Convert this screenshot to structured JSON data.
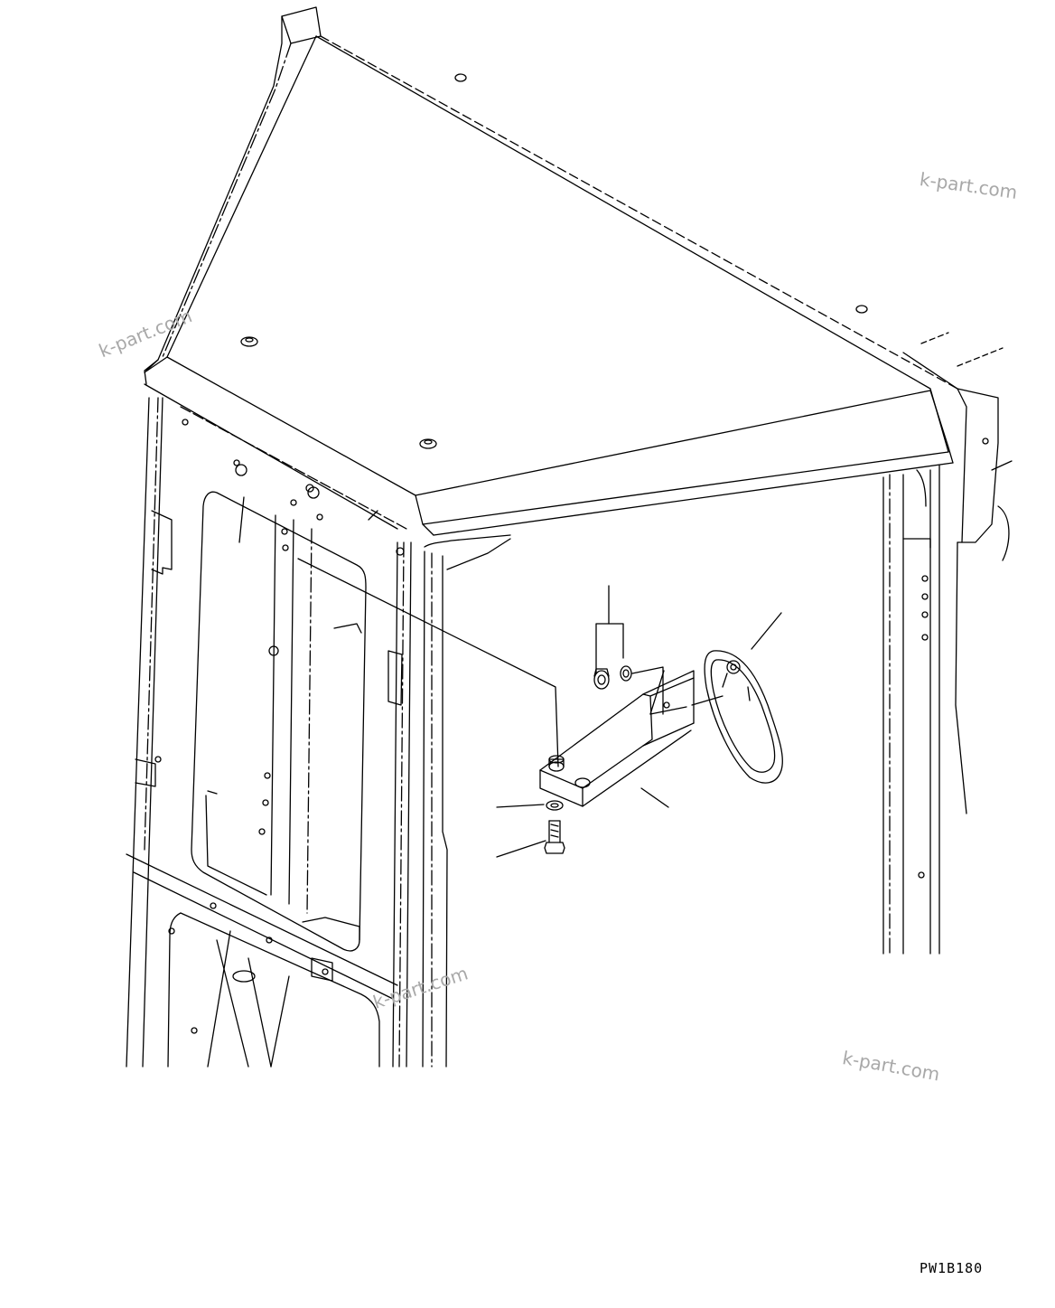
{
  "watermarks": [
    "k-part.com",
    "k-part.com",
    "k-part.com",
    "k-part.com"
  ],
  "figure_code": "PW1B180",
  "colors": {
    "line": "#000000",
    "watermark": "#a8a8a8",
    "background": "#ffffff"
  }
}
